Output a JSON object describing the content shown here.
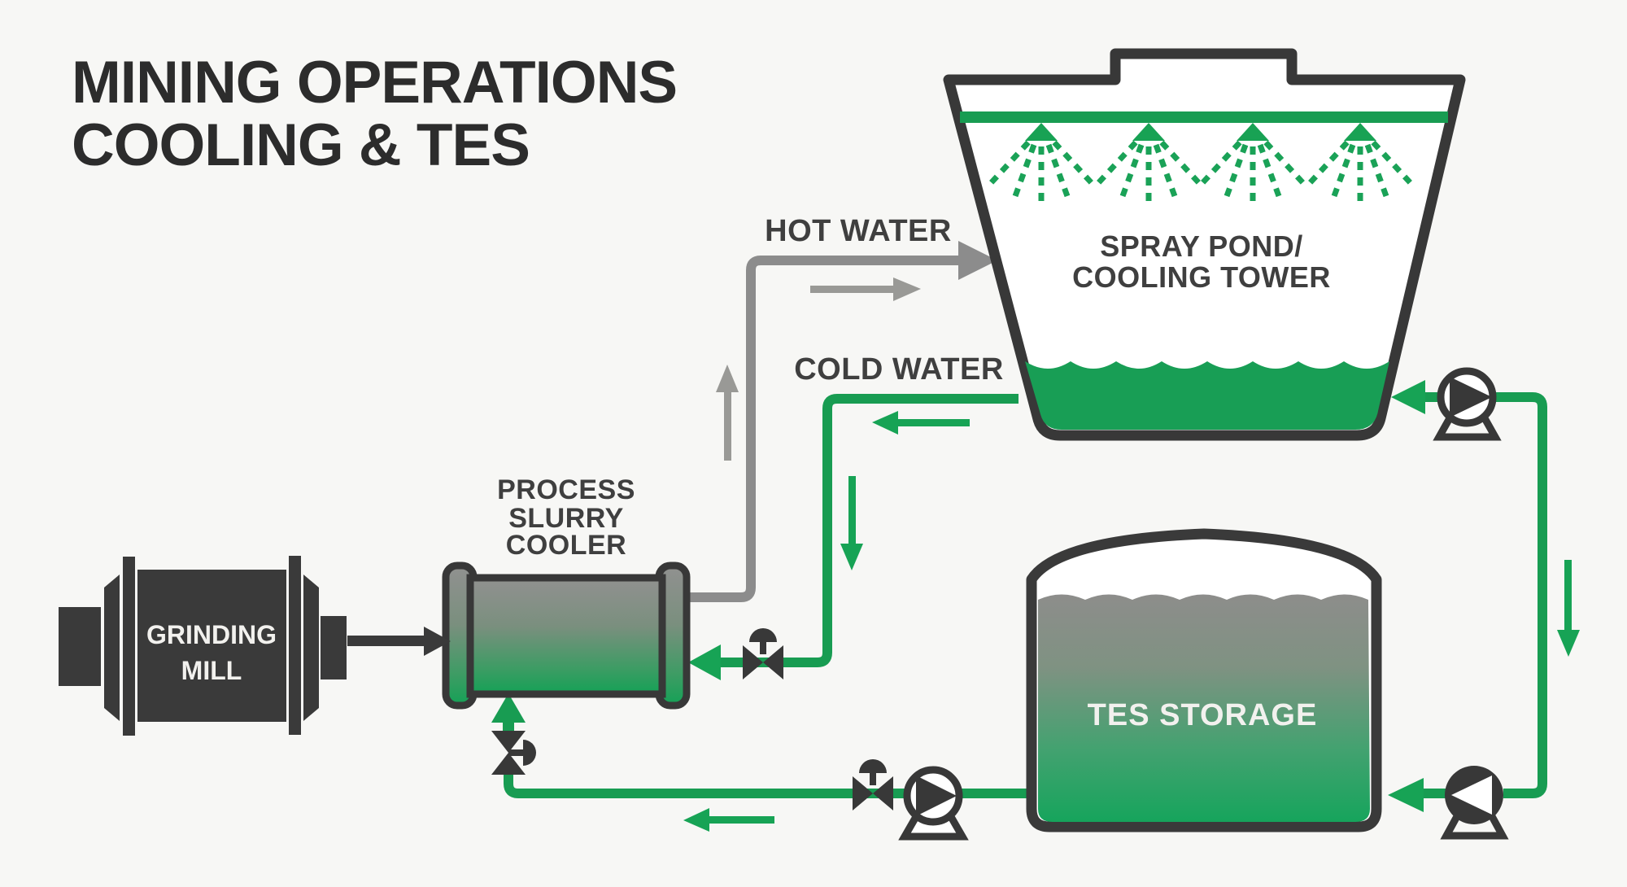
{
  "title": {
    "line1": "MINING OPERATIONS",
    "line2": "COOLING & TES"
  },
  "diagram": {
    "streams": {
      "hot_water": "HOT WATER",
      "cold_water": "COLD WATER"
    },
    "cooling_tower": {
      "label_line1": "SPRAY POND/",
      "label_line2": "COOLING TOWER",
      "spray_nozzle_count": 4
    },
    "slurry_cooler": {
      "label_line1": "PROCESS",
      "label_line2": "SLURRY",
      "label_line3": "COOLER"
    },
    "grinding_mill": {
      "label_line1": "GRINDING",
      "label_line2": "MILL"
    },
    "tes_tank": {
      "label": "TES STORAGE"
    },
    "equipment_icons": [
      "pump-icon",
      "valve-icon",
      "spray-nozzle-icon"
    ]
  },
  "colors": {
    "background": "#f7f7f5",
    "outline_dark": "#383838",
    "green_pipe": "#189c52",
    "green_flow_arrow": "#17a355",
    "gray_pipe": "#8c8c8c",
    "gray_flow_arrow": "#999996",
    "label_text": "#3f3f3f",
    "title_text": "#2c2c2c",
    "tes_water_top": "#8d8d8b"
  }
}
